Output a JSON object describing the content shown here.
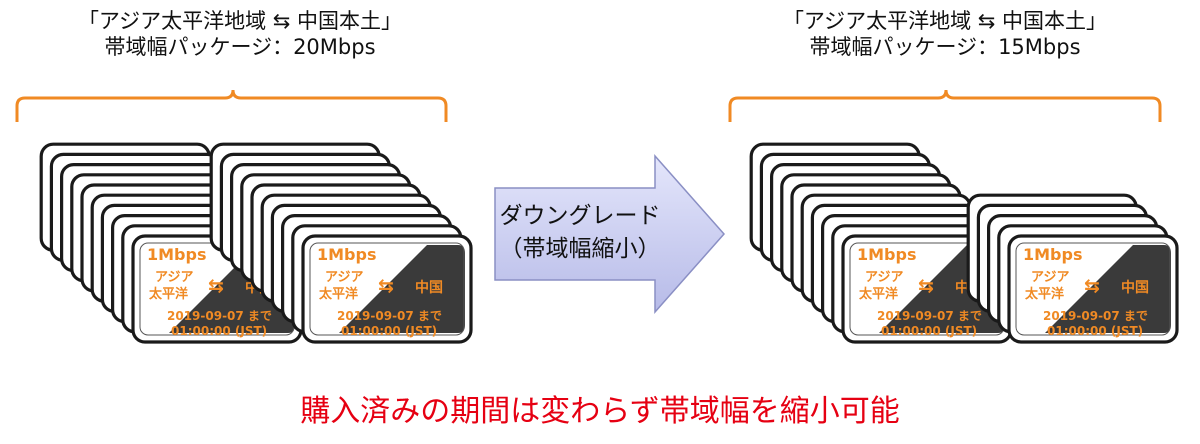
{
  "colors": {
    "accent": "#f08a24",
    "card_dark": "#3a3a3a",
    "arrow_fill": "#cdd0f2",
    "arrow_stroke": "#8a8fc4",
    "footer": "#e60012"
  },
  "left_package": {
    "line1": "「アジア太平洋地域 ⇆ 中国本土」",
    "line2": "帯域幅パッケージ：20Mbps"
  },
  "right_package": {
    "line1": "「アジア太平洋地域 ⇆ 中国本土」",
    "line2": "帯域幅パッケージ：15Mbps"
  },
  "arrow": {
    "line1": "ダウングレード",
    "line2": "（帯域幅縮小）"
  },
  "card": {
    "speed": "1Mbps",
    "from_line1": "アジア",
    "from_line2": "太平洋",
    "swap_symbol": "⇆",
    "to": "中国",
    "date_line1": "2019-09-07  まで",
    "date_line2": "01:00:00 (JST)"
  },
  "footer": "購入済みの期間は変わらず帯域幅を縮小可能"
}
